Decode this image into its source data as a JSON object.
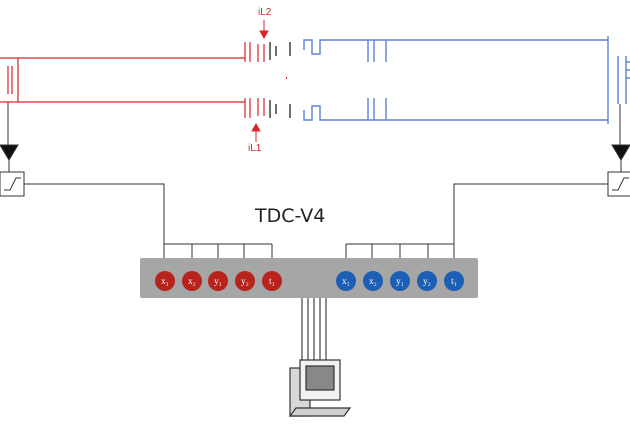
{
  "diagram": {
    "title": "TDC-V4",
    "labels": {
      "top": "iL2",
      "bottom": "iL1"
    },
    "left_channels": [
      "x₁",
      "x₂",
      "y₁",
      "y₂",
      "t₁"
    ],
    "right_channels": [
      "x₁",
      "x₂",
      "y₁",
      "y₂",
      "t₁"
    ],
    "colors": {
      "red": "#d6262a",
      "blue": "#5b83d6",
      "channel_red": "#b8231e",
      "channel_blue": "#1c5fb4",
      "panel": "#a6a6a6"
    }
  }
}
